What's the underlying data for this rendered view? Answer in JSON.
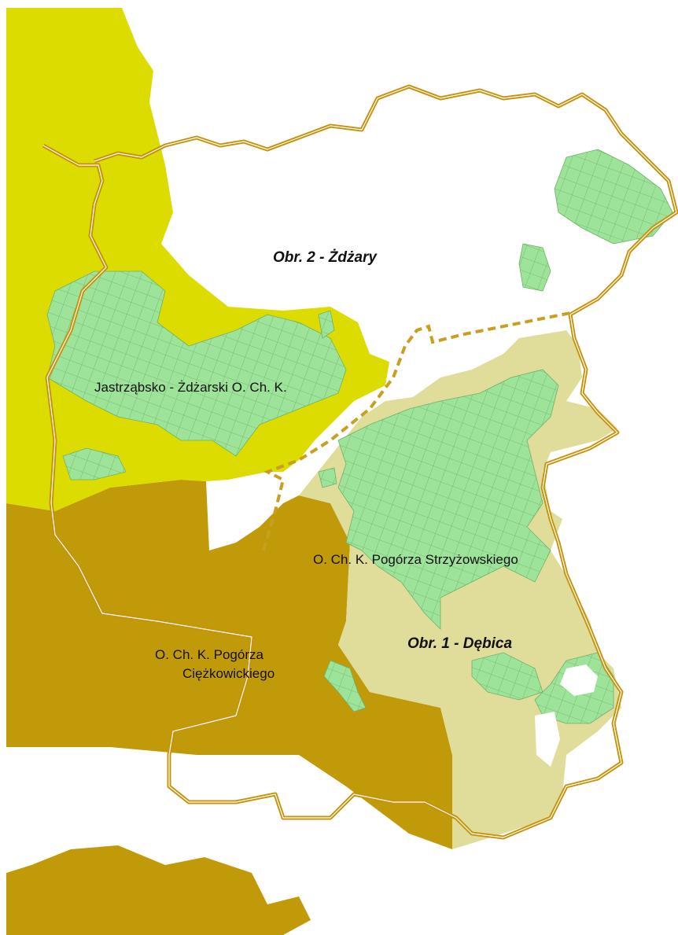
{
  "map": {
    "labels": {
      "district_2": "Obr. 2 - Żdżary",
      "district_1": "Obr. 1 - Dębica",
      "zone_jastrzabsko": "Jastrząbsko - Żdżarski O. Ch. K.",
      "zone_strzyzowskie": "O. Ch. K.  Pogórza Strzyżowskiego",
      "zone_ciezkowickie_line1": "O. Ch. K. Pogórza",
      "zone_ciezkowickie_line2": "Ciężkowickiego"
    },
    "colors": {
      "background": "#ffffff",
      "zone_jastrzabsko_fill": "#dcdc00",
      "zone_strzyzowskie_fill": "#e0dc9a",
      "zone_ciezkowickie_fill": "#c09a08",
      "forest_fill": "#9ee39a",
      "forest_grid": "#6fb06a",
      "district_boundary": "#c8920a",
      "district_boundary_inner": "#ffffff"
    }
  }
}
